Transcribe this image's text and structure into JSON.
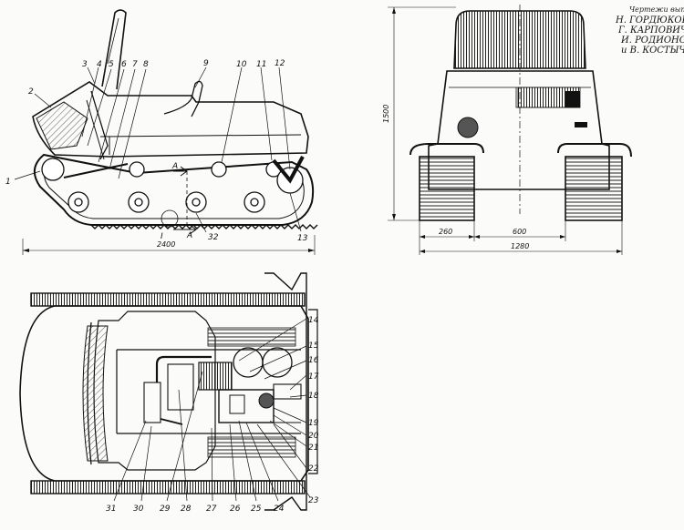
{
  "credits": {
    "heading": "Чертежи выполнили",
    "names": [
      "Н. ГОРДЮКОВ,",
      "Г. КАРПОВИЧ,",
      "И. РОДИОНОВ",
      "и В. КОСТЫЧЕВ"
    ]
  },
  "side_view": {
    "dimension_length": "2400",
    "section_mark": "I",
    "cut_mark": "А",
    "callouts": [
      "1",
      "2",
      "3",
      "4",
      "5",
      "6",
      "7",
      "8",
      "9",
      "10",
      "11",
      "12",
      "13",
      "32"
    ]
  },
  "front_view": {
    "dimension_height": "1500",
    "dimension_track": "260",
    "dimension_gap": "600",
    "dimension_width": "1280"
  },
  "top_view": {
    "callouts_right": [
      "14",
      "15",
      "16",
      "17",
      "18",
      "19",
      "20",
      "21",
      "22",
      "23"
    ],
    "callouts_bottom": [
      "31",
      "30",
      "29",
      "28",
      "27",
      "26",
      "25",
      "24"
    ]
  }
}
